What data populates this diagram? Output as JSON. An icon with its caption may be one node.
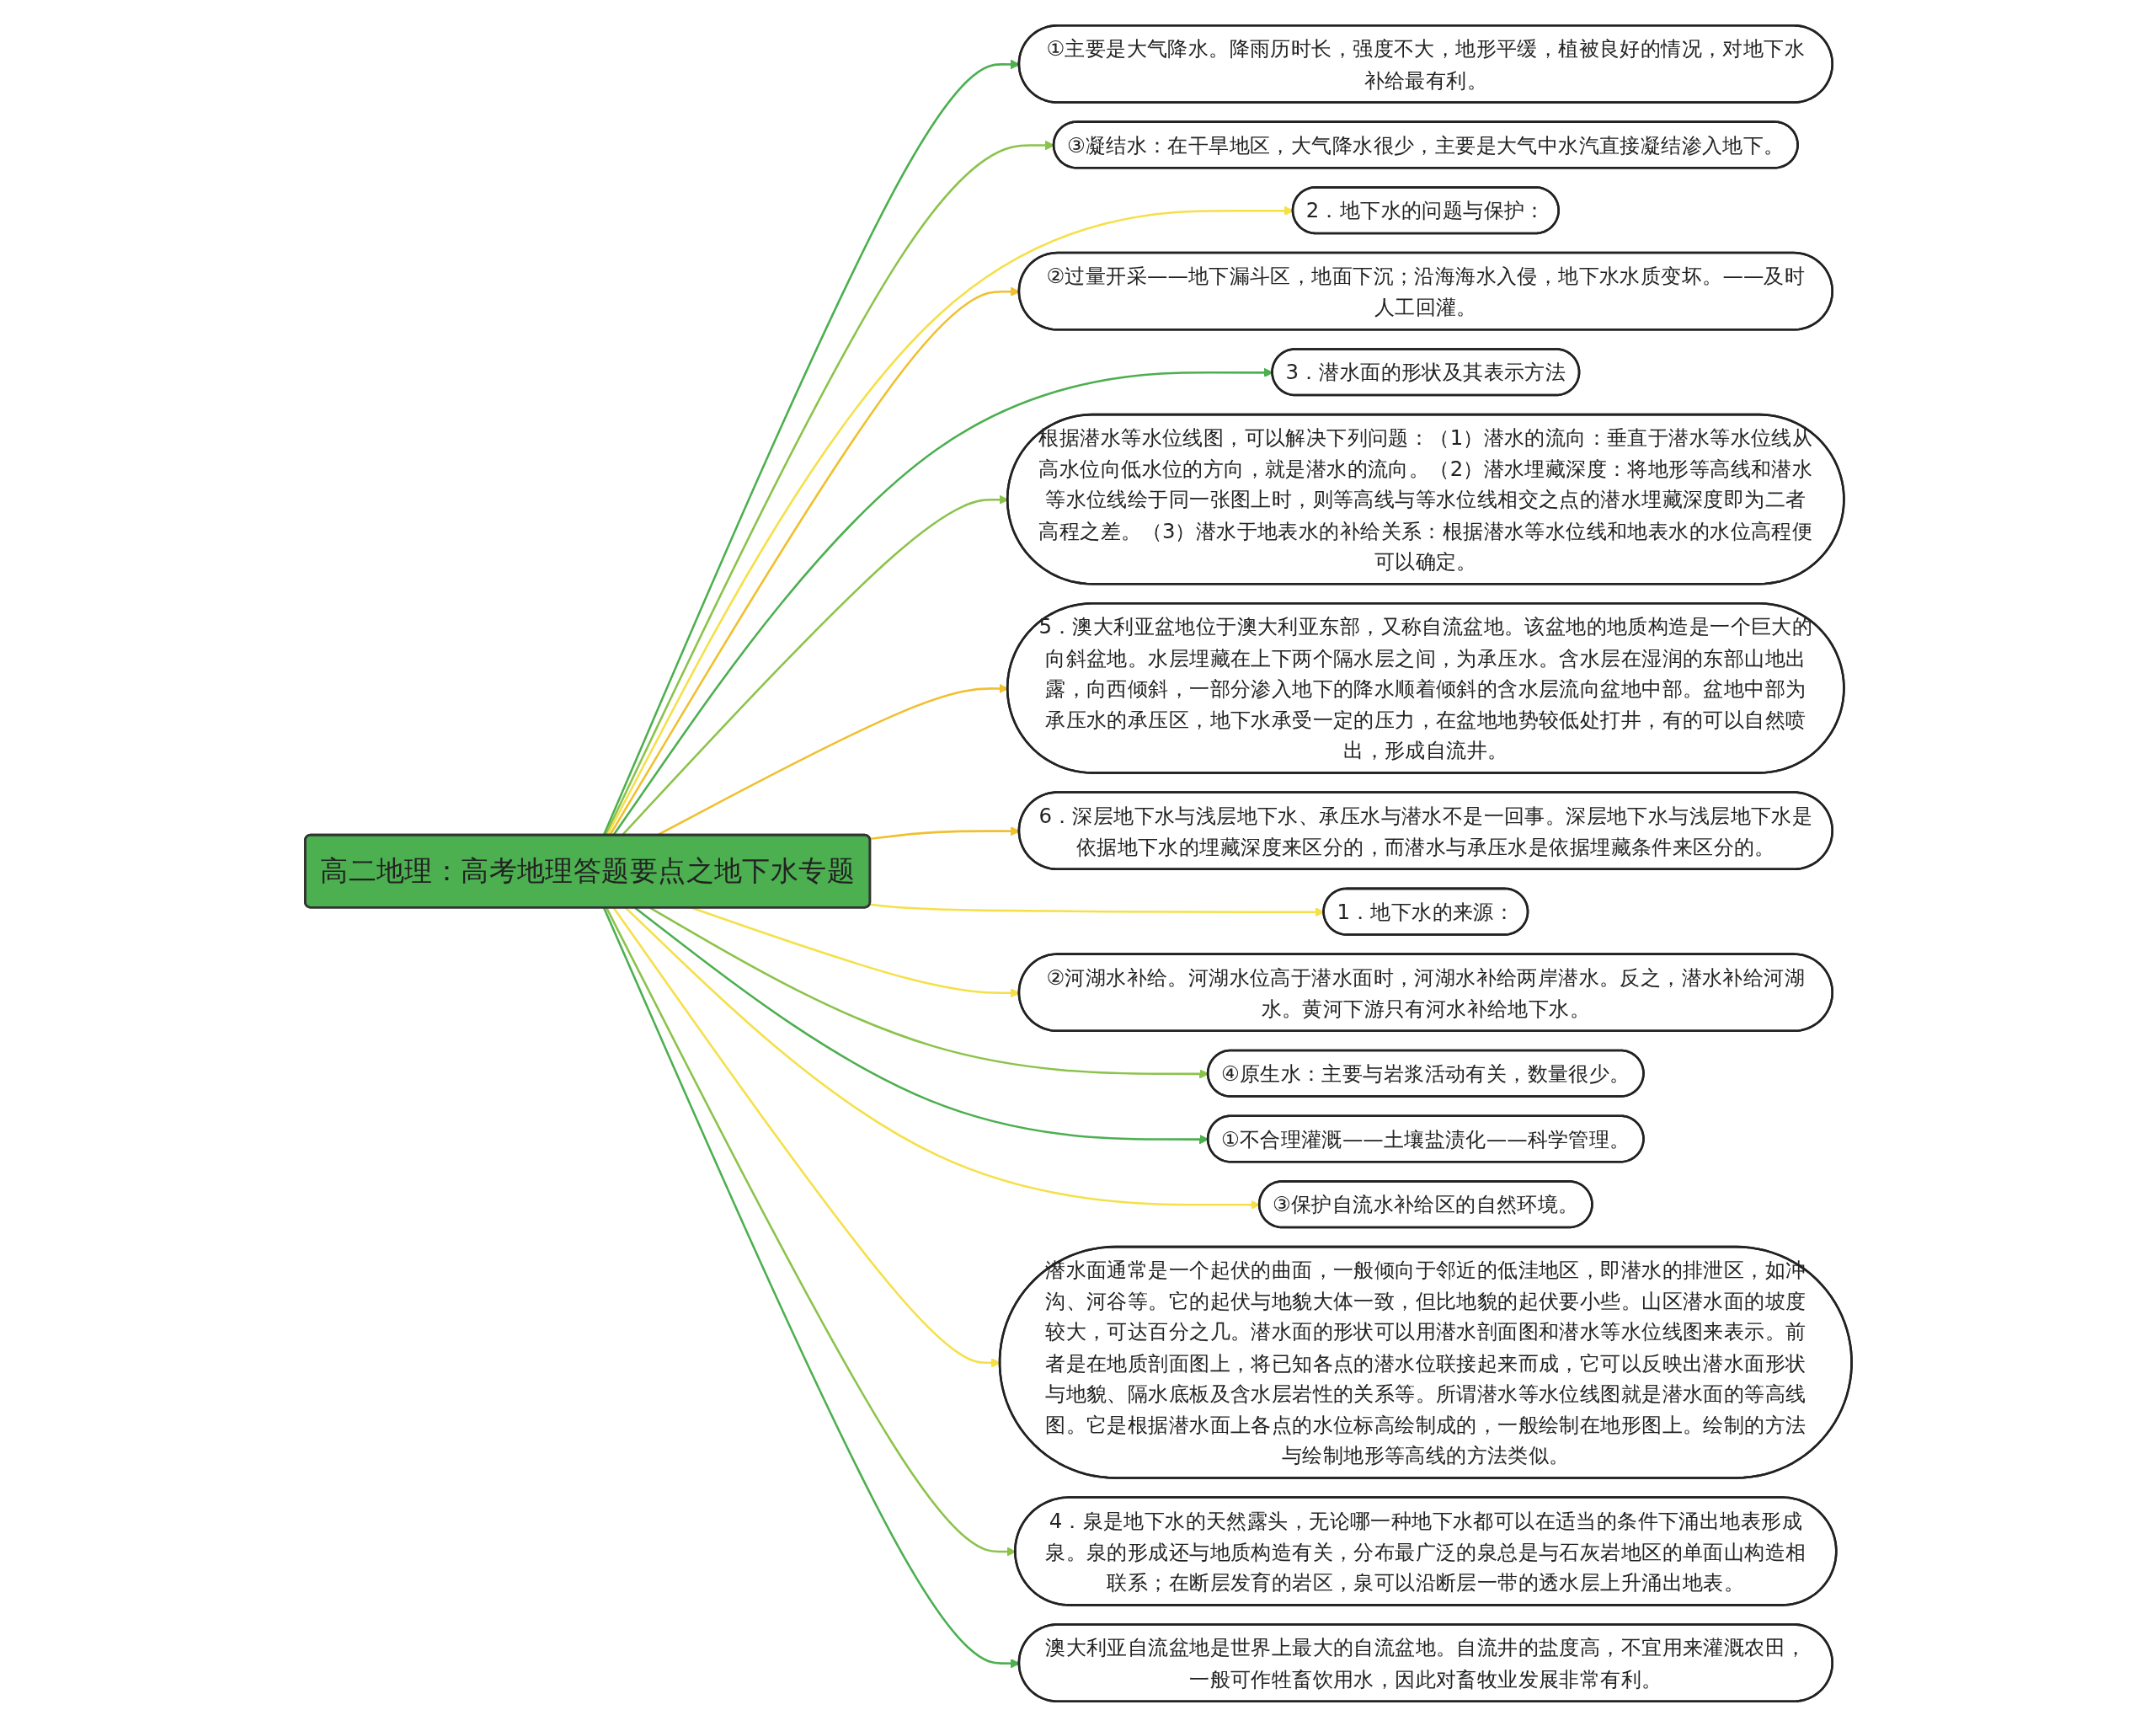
{
  "diagram": {
    "nodes": [
      {
        "text": [
          "高二地理：高考地理答题要点之地下水专题"
        ]
      },
      {
        "text": [
          "①主要是大气降水。降雨历时长，强度不大，地形平缓，植被良好的情况，对地下水补给最有利。"
        ]
      },
      {
        "text": [
          "③凝结水：在干旱地区，大气降水很少，主要是大气中水汽直接凝结渗入地下。"
        ]
      },
      {
        "text": [
          "2．地下水的问题与保护："
        ]
      },
      {
        "text": [
          "②过量开采——地下漏斗区，地面下沉；沿海海水入侵，地下水水质变坏。——及时人工回灌。"
        ]
      },
      {
        "text": [
          "3．潜水面的形状及其表示方法"
        ]
      },
      {
        "text": [
          "根据潜水等水位线图，可以解决下列问题：（1）潜水的流向：垂直于潜水等水位线从高水位向低水位的方向，就是潜水的流向。（2）潜水埋藏深度：将地形等高线和潜水等水位线绘于同一张图上时，则等高线与等水位线相交之点的潜水埋藏深度即为二者高程之差。（3）潜水于地表水的补给关系：根据潜水等水位线和地表水的水位高程便可以确定。"
        ]
      },
      {
        "text": [
          "5．澳大利亚盆地位于澳大利亚东部，又称自流盆地。该盆地的地质构造是一个巨大的向斜盆地。水层埋藏在上下两个隔水层之间，为承压水。含水层在湿润的东部山地出露，向西倾斜，一部分渗入地下的降水顺着倾斜的含水层流向盆地中部。盆地中部为承压水的承压区，地下水承受一定的压力，在盆地地势较低处打井，有的可以自然喷出，形成自流井。"
        ]
      },
      {
        "text": [
          "6．深层地下水与浅层地下水、承压水与潜水不是一回事。深层地下水与浅层地下水是依据地下水的埋藏深度来区分的，而潜水与承压水是依据埋藏条件来区分的。"
        ]
      },
      {
        "text": [
          "1．地下水的来源："
        ]
      },
      {
        "text": [
          "②河湖水补给。河湖水位高于潜水面时，河湖水补给两岸潜水。反之，潜水补给河湖水。黄河下游只有河水补给地下水。"
        ]
      },
      {
        "text": [
          "④原生水：主要与岩浆活动有关，数量很少。"
        ]
      },
      {
        "text": [
          "①不合理灌溉——土壤盐渍化——科学管理。"
        ]
      },
      {
        "text": [
          "③保护自流水补给区的自然环境。"
        ]
      },
      {
        "text": [
          "潜水面通常是一个起伏的曲面，一般倾向于邻近的低洼地区，即潜水的排泄区，如冲沟、河谷等。它的起伏与地貌大体一致，但比地貌的起伏要小些。山区潜水面的坡度较大，可达百分之几。潜水面的形状可以用潜水剖面图和潜水等水位线图来表示。前者是在地质剖面图上，将已知各点的潜水位联接起来而成，它可以反映出潜水面形状与地貌、隔水底板及含水层岩性的关系等。所谓潜水等水位线图就是潜水面的等高线图。它是根据潜水面上各点的水位标高绘制成的，一般绘制在地形图上。绘制的方法与绘制地形等高线的方法类似。"
        ]
      },
      {
        "text": [
          "4．泉是地下水的天然露头，无论哪一种地下水都可以在适当的条件下涌出地表形成泉。泉的形成还与地质构造有关，分布最广泛的泉总是与石灰岩地区的单面山构造相联系；在断层发育的岩区，泉可以沿断层一带的透水层上升涌出地表。"
        ]
      },
      {
        "text": [
          "澳大利亚自流盆地是世界上最大的自流盆地。自流井的盐度高，不宜用来灌溉农田，一般可作牲畜饮用水，因此对畜牧业发展非常有利。"
        ]
      }
    ],
    "edges": [
      {
        "from": 0,
        "to": 1,
        "arrow": "to",
        "color": "#4caf50"
      },
      {
        "from": 0,
        "to": 2,
        "arrow": "to",
        "color": "#8bc34a"
      },
      {
        "from": 0,
        "to": 3,
        "arrow": "to",
        "color": "#f5e04a"
      },
      {
        "from": 0,
        "to": 4,
        "arrow": "to",
        "color": "#f0c030"
      },
      {
        "from": 0,
        "to": 5,
        "arrow": "to",
        "color": "#4caf50"
      },
      {
        "from": 0,
        "to": 6,
        "arrow": "to",
        "color": "#8bc34a"
      },
      {
        "from": 0,
        "to": 7,
        "arrow": "to",
        "color": "#f0c030"
      },
      {
        "from": 0,
        "to": 8,
        "arrow": "to",
        "color": "#f0c030"
      },
      {
        "from": 0,
        "to": 9,
        "arrow": "to",
        "color": "#f5e04a"
      },
      {
        "from": 0,
        "to": 10,
        "arrow": "to",
        "color": "#f5e04a"
      },
      {
        "from": 0,
        "to": 11,
        "arrow": "to",
        "color": "#8bc34a"
      },
      {
        "from": 0,
        "to": 12,
        "arrow": "to",
        "color": "#4caf50"
      },
      {
        "from": 0,
        "to": 13,
        "arrow": "to",
        "color": "#f5e04a"
      },
      {
        "from": 0,
        "to": 14,
        "arrow": "to",
        "color": "#f5e04a"
      },
      {
        "from": 0,
        "to": 15,
        "arrow": "to",
        "color": "#8bc34a"
      },
      {
        "from": 0,
        "to": 16,
        "arrow": "to",
        "color": "#4caf50"
      }
    ]
  }
}
